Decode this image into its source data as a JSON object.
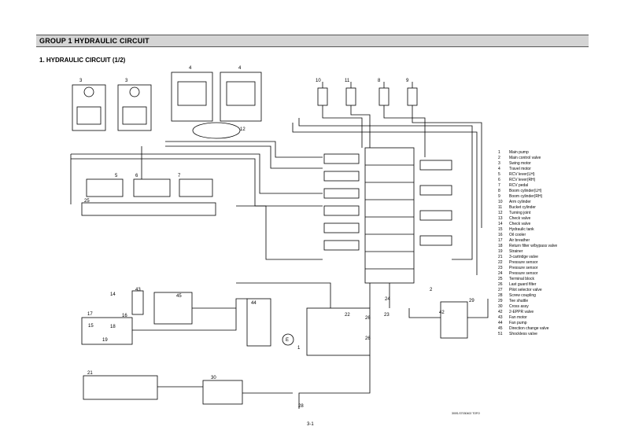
{
  "header": {
    "group_title": "GROUP  1  HYDRAULIC CIRCUIT"
  },
  "section": {
    "title": "1. HYDRAULIC CIRCUIT (1/2)"
  },
  "diagram": {
    "component_labels": {
      "l3a": "3",
      "l3b": "3",
      "l4a": "4",
      "l4b": "4",
      "l5": "5",
      "l6": "6",
      "l7": "7",
      "l8": "8",
      "l9": "9",
      "l10": "10",
      "l11": "11",
      "l12": "12",
      "l14": "14",
      "l15": "15",
      "l16": "16",
      "l17": "17",
      "l18": "18",
      "l19": "19",
      "l21": "21",
      "l24": "24",
      "l25": "25",
      "l26a": "26",
      "l26b": "26",
      "l28": "28",
      "l30": "30",
      "l42": "42",
      "l43": "43",
      "l44": "44",
      "l45": "45",
      "l22": "22",
      "l23": "23",
      "l2": "2",
      "l1": "1",
      "l29": "29",
      "lE": "E"
    },
    "line_color": "#000000"
  },
  "legend": [
    {
      "num": "1",
      "label": "Main pump"
    },
    {
      "num": "2",
      "label": "Main control valve"
    },
    {
      "num": "3",
      "label": "Swing motor"
    },
    {
      "num": "4",
      "label": "Travel motor"
    },
    {
      "num": "5",
      "label": "RCV lever(LH)"
    },
    {
      "num": "6",
      "label": "RCV lever(RH)"
    },
    {
      "num": "7",
      "label": "RCV pedal"
    },
    {
      "num": "8",
      "label": "Boom cylinder(LH)"
    },
    {
      "num": "9",
      "label": "Boom cylinder(RH)"
    },
    {
      "num": "10",
      "label": "Arm cylinder"
    },
    {
      "num": "11",
      "label": "Bucket cylinder"
    },
    {
      "num": "12",
      "label": "Turning joint"
    },
    {
      "num": "13",
      "label": "Check valve"
    },
    {
      "num": "14",
      "label": "Check valve"
    },
    {
      "num": "15",
      "label": "Hydraulic tank"
    },
    {
      "num": "16",
      "label": "Oil cooler"
    },
    {
      "num": "17",
      "label": "Air breather"
    },
    {
      "num": "18",
      "label": "Return filter w/bypass valve"
    },
    {
      "num": "19",
      "label": "Strainer"
    },
    {
      "num": "21",
      "label": "3-cartridge valve"
    },
    {
      "num": "22",
      "label": "Pressure sensor"
    },
    {
      "num": "23",
      "label": "Pressure sensor"
    },
    {
      "num": "24",
      "label": "Pressure sensor"
    },
    {
      "num": "25",
      "label": "Terminal block"
    },
    {
      "num": "26",
      "label": "Last guard filter"
    },
    {
      "num": "27",
      "label": "Pilot selector valve"
    },
    {
      "num": "28",
      "label": "Screw coupling"
    },
    {
      "num": "29",
      "label": "Tee shuttle"
    },
    {
      "num": "30",
      "label": "Cross assy"
    },
    {
      "num": "42",
      "label": "2-EPPR valve"
    },
    {
      "num": "43",
      "label": "Fan motor"
    },
    {
      "num": "44",
      "label": "Fan pump"
    },
    {
      "num": "45",
      "label": "Direction change valve"
    },
    {
      "num": "51",
      "label": "Shockless valve"
    }
  ],
  "footer": {
    "drawing_code": "300S-S7030402 TOFO",
    "page_number": "3-1"
  }
}
